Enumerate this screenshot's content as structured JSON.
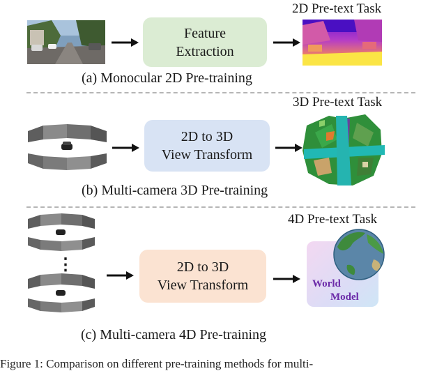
{
  "colors": {
    "feature_box": "#dbecd3",
    "view_box": "#d8e3f4",
    "view4d_box": "#fbe3d2",
    "divider": "#b5b5b5",
    "arrow": "#111111"
  },
  "panel_a": {
    "box_label": "Feature\nExtraction",
    "task_label": "2D Pre-text Task",
    "caption": "(a) Monocular 2D Pre-training"
  },
  "panel_b": {
    "box_label": "2D to 3D\nView Transform",
    "task_label": "3D Pre-text Task",
    "caption": "(b) Multi-camera 3D Pre-training"
  },
  "panel_c": {
    "box_label": "2D to 3D\nView Transform",
    "task_label": "4D Pre-text Task",
    "ellipsis": "⋮",
    "world_model_line1": "World",
    "world_model_line2": "Model",
    "caption": "(c) Multi-camera 4D Pre-training"
  },
  "figure_caption": "Figure 1: Comparison on different pre-training methods for multi-"
}
